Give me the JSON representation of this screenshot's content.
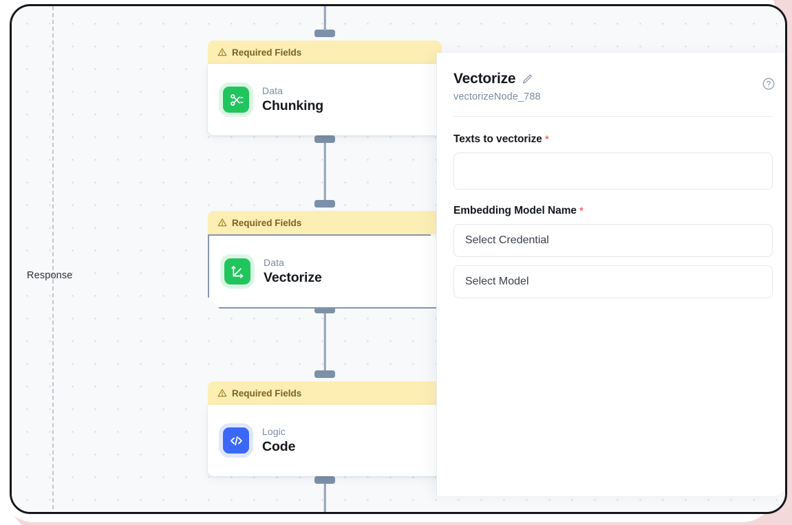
{
  "canvas": {
    "lane_label": "Response",
    "grid": "dotted"
  },
  "nodes": [
    {
      "warning": "Required Fields",
      "warning_icon": "warning-triangle-icon",
      "kind": "Data",
      "title": "Chunking",
      "icon": "scissors-icon",
      "icon_color": "#21c55d",
      "selected": false
    },
    {
      "warning": "Required Fields",
      "warning_icon": "warning-triangle-icon",
      "kind": "Data",
      "title": "Vectorize",
      "icon": "vector-axes-icon",
      "icon_color": "#21c55d",
      "selected": true
    },
    {
      "warning": "Required Fields",
      "warning_icon": "warning-triangle-icon",
      "kind": "Logic",
      "title": "Code",
      "icon": "code-brackets-icon",
      "icon_color": "#3b68f6",
      "selected": false
    }
  ],
  "panel": {
    "title": "Vectorize",
    "edit_icon": "pencil-icon",
    "node_id": "vectorizeNode_788",
    "help_icon": "question-circle-icon",
    "fields": [
      {
        "label": "Texts to vectorize",
        "required_marker": "*",
        "type": "textarea",
        "value": ""
      },
      {
        "label": "Embedding Model Name",
        "required_marker": "*",
        "type": "select-group",
        "selects": [
          {
            "value": "Select Credential"
          },
          {
            "value": "Select Model"
          }
        ]
      }
    ]
  },
  "colors": {
    "warning_bg": "#fdeeb4",
    "warning_text": "#7a6220",
    "accent_green": "#21c55d",
    "accent_blue": "#3b68f6",
    "required_red": "#f4665c",
    "handle": "#7c90a8",
    "selected_border": "#8696ac",
    "canvas_bg": "#f7f9fb",
    "backdrop_rose": "#f3d9d9"
  }
}
